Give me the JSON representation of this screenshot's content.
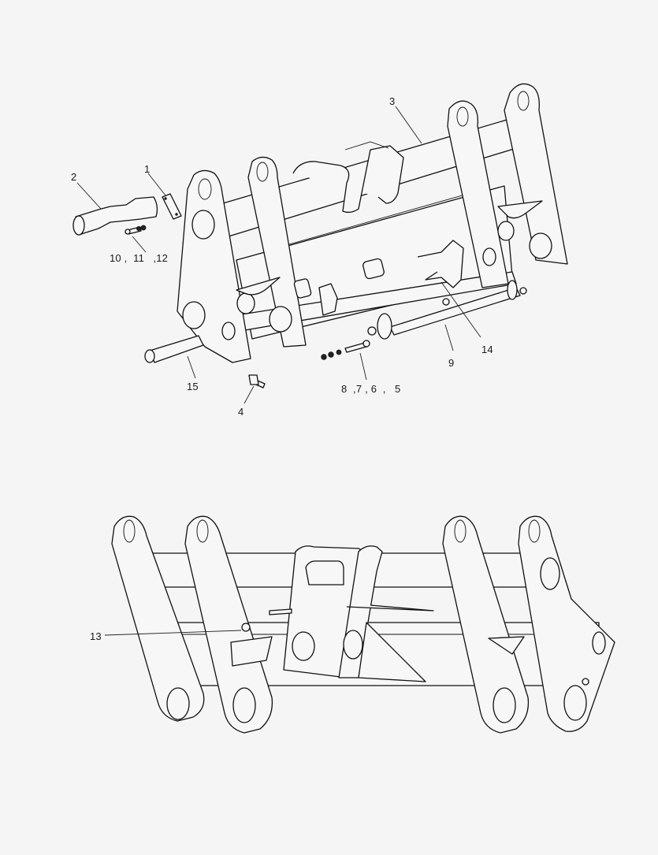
{
  "diagram": {
    "type": "exploded parts diagram",
    "background_color": "#f5f5f5",
    "line_color": "#111111",
    "views": [
      {
        "name": "upper-assembly-exploded-view",
        "callouts": [
          {
            "id": "1",
            "label": "1"
          },
          {
            "id": "2",
            "label": "2"
          },
          {
            "id": "3",
            "label": "3"
          },
          {
            "id": "4",
            "label": "4"
          },
          {
            "id": "9",
            "label": "9"
          },
          {
            "id": "10-12",
            "label": "10 ,  11   ,12"
          },
          {
            "id": "14",
            "label": "14"
          },
          {
            "id": "15",
            "label": "15"
          },
          {
            "id": "8-5",
            "label": "8  ,7 , 6  ,   5"
          }
        ]
      },
      {
        "name": "lower-assembly-view",
        "callouts": [
          {
            "id": "13",
            "label": "13"
          }
        ]
      }
    ]
  }
}
